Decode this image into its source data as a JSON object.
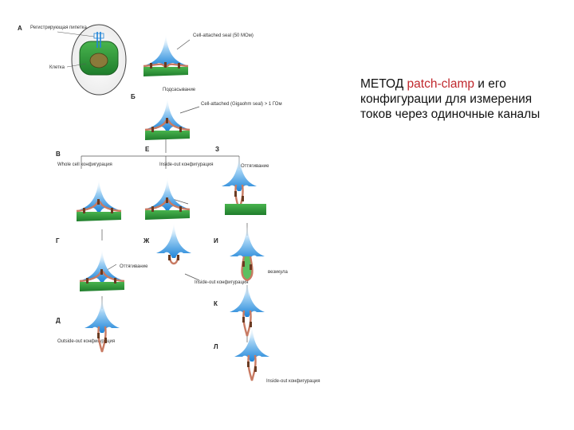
{
  "caption": {
    "prefix": "МЕТОД ",
    "highlight": "patch-clamp",
    "suffix": " и его конфигурации для измерения токов через одиночные каналы"
  },
  "colors": {
    "highlight": "#c0282d",
    "pipette_blue": "#2b8fe0",
    "cell_green": "#2f9a3a",
    "membrane": "#c87a62",
    "channel": "#6a3b22"
  },
  "figure": {
    "panels": {
      "A": "А",
      "B": "Б",
      "V": "В",
      "G": "Г",
      "D": "Д",
      "E": "Е",
      "ZH": "Ж",
      "Z": "З",
      "I": "И",
      "K": "К",
      "L": "Л"
    },
    "labels": {
      "pipette": "Регистрирующая пипетка",
      "cell": "Клетка",
      "cell_attached": "Cell-attached seal (50 МОм)",
      "suction": "Подсасывание",
      "gigaseal": "Cell-attached (Gigaohm seal) > 1 ГОм",
      "whole_cell": "Whole cell конфигурация",
      "inside_out": "Inside-out конфигурация",
      "pulling_z": "Оттягивание",
      "pulling_g": "Оттягивание",
      "vesicle": "везикула",
      "inside_out_zh": "Inside-out конфигурация",
      "outside_out": "Outside-out конфигурация",
      "inside_out_l": "Inside-out конфигурация"
    }
  }
}
